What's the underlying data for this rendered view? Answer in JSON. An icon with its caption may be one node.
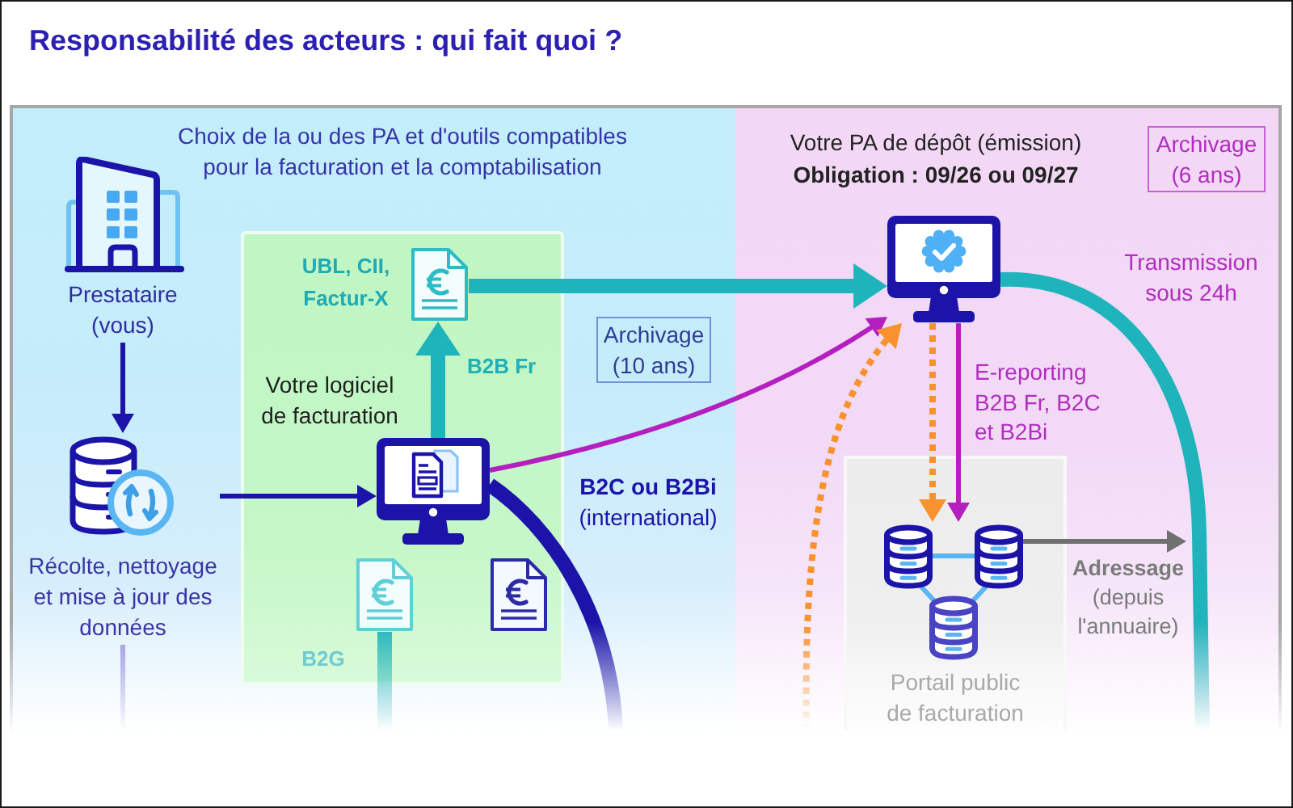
{
  "diagram": {
    "title": "Responsabilité des acteurs : qui fait quoi ?",
    "nodes": [
      {
        "text": [
          "Choix de la ou des PA et d'outils compatibles pour la facturation et la comptabilisation"
        ]
      },
      {
        "text": [
          "Prestataire (vous)"
        ],
        "in": 0
      },
      {
        "text": [
          "Votre logiciel de facturation"
        ],
        "in": 0
      },
      {
        "text": [],
        "shape": "picture",
        "in": 2,
        "beside": [
          "UBL, CII, Factur-X"
        ]
      },
      {
        "text": [
          "Récolte, nettoyage et mise à jour des données"
        ],
        "in": 0
      },
      {
        "text": [],
        "shape": "picture",
        "in": 2
      },
      {
        "text": [],
        "shape": "picture",
        "in": 2
      },
      {
        "text": [
          "Archivage (10 ans)"
        ],
        "in": 0
      },
      {
        "text": [
          "Votre PA de dépôt (émission)",
          "Obligation : 09/26 ou 09/27"
        ]
      },
      {
        "text": [],
        "shape": "picture",
        "in": 8
      },
      {
        "text": [
          "Archivage (6 ans)"
        ],
        "in": 8
      },
      {
        "text": [
          "Portail public de facturation"
        ],
        "in": 8
      },
      {
        "text": [],
        "shape": "picture",
        "in": 11
      }
    ],
    "edges": [
      {
        "from": 1,
        "to": 4,
        "arrow": "to",
        "color": "#1c14a8"
      },
      {
        "from": 4,
        "to": 5,
        "arrow": "to",
        "color": "#1c14a8"
      },
      {
        "from": 5,
        "to": 3,
        "arrow": "to",
        "label": "B2B Fr",
        "style": "thick"
      },
      {
        "from": 3,
        "to": 9,
        "arrow": "to",
        "style": "thick"
      },
      {
        "from": 5,
        "to": 9,
        "arrow": "to",
        "color": "#b51fc0"
      },
      {
        "from": 5,
        "to": null,
        "arrow": "none",
        "label": "**B2C ou B2Bi** (international)",
        "style": "thick",
        "color": "#1c14a8"
      },
      {
        "from": 6,
        "to": null,
        "arrow": "none",
        "label": "B2G",
        "style": "thick"
      },
      {
        "from": 4,
        "to": null,
        "arrow": "none",
        "color": "#9a8fe0"
      },
      {
        "from": 9,
        "to": 12,
        "arrow": "to",
        "style": "dashed",
        "color": "#f7922e"
      },
      {
        "from": 9,
        "to": 12,
        "arrow": "to",
        "label": "E-reporting B2B Fr, B2C et B2Bi",
        "color": "#b51fc0"
      },
      {
        "from": null,
        "to": 9,
        "arrow": "to",
        "style": "dashed",
        "color": "#f7922e"
      },
      {
        "from": 12,
        "to": null,
        "arrow": "to",
        "label": "**Adressage** (depuis l'annuaire)",
        "color": "#707070"
      },
      {
        "from": 9,
        "to": null,
        "arrow": "none",
        "label": "Transmission sous 24h",
        "style": "thick"
      }
    ]
  }
}
